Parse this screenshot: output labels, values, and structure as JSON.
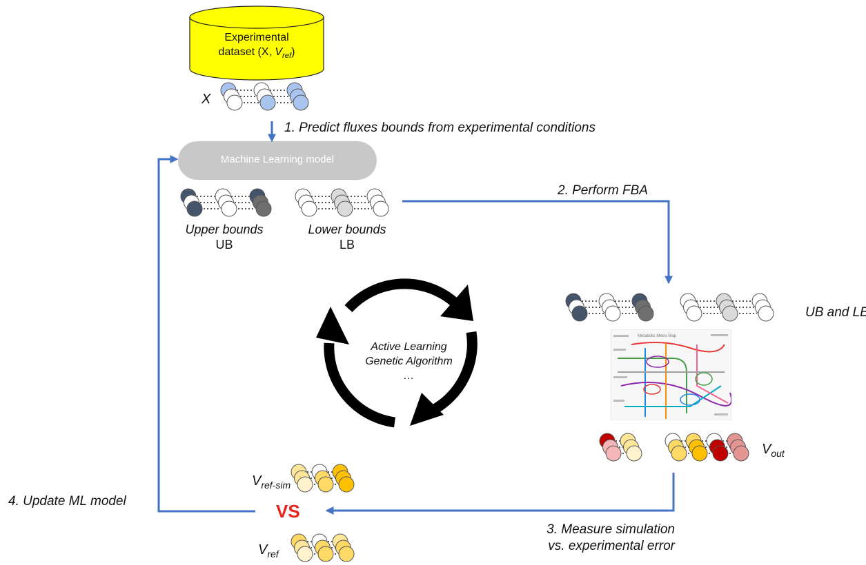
{
  "dataset": {
    "line1": "Experimental",
    "line2_prefix": "dataset (X, ",
    "line2_var": "V",
    "line2_sub": "ref",
    "line2_suffix": ")"
  },
  "x_label": "X",
  "ml_model_label": "Machine Learning model",
  "steps": {
    "step1": "1. Predict fluxes bounds from experimental conditions",
    "step2": "2. Perform FBA",
    "step3_line1": "3. Measure simulation",
    "step3_line2": "vs. experimental error",
    "step4": "4. Update ML model"
  },
  "bounds": {
    "upper_line1": "Upper bounds",
    "upper_line2": "UB",
    "lower_line1": "Lower bounds",
    "lower_line2": "LB",
    "combined": "UB and LB"
  },
  "cycle": {
    "line1": "Active Learning",
    "line2": "Genetic Algorithm",
    "line3": "…"
  },
  "v_out": {
    "var": "V",
    "sub": "out"
  },
  "v_ref_sim": {
    "var": "V",
    "sub": "ref-sim"
  },
  "v_ref": {
    "var": "V",
    "sub": "ref"
  },
  "vs_label": "VS",
  "colors": {
    "arrow": "#4472C4",
    "dataset_fill": "#FFFF00",
    "ml_fill": "#C8C8C8",
    "vs": "#E8231C"
  },
  "metro_map": {
    "title": "Metabolic Metro Map"
  }
}
